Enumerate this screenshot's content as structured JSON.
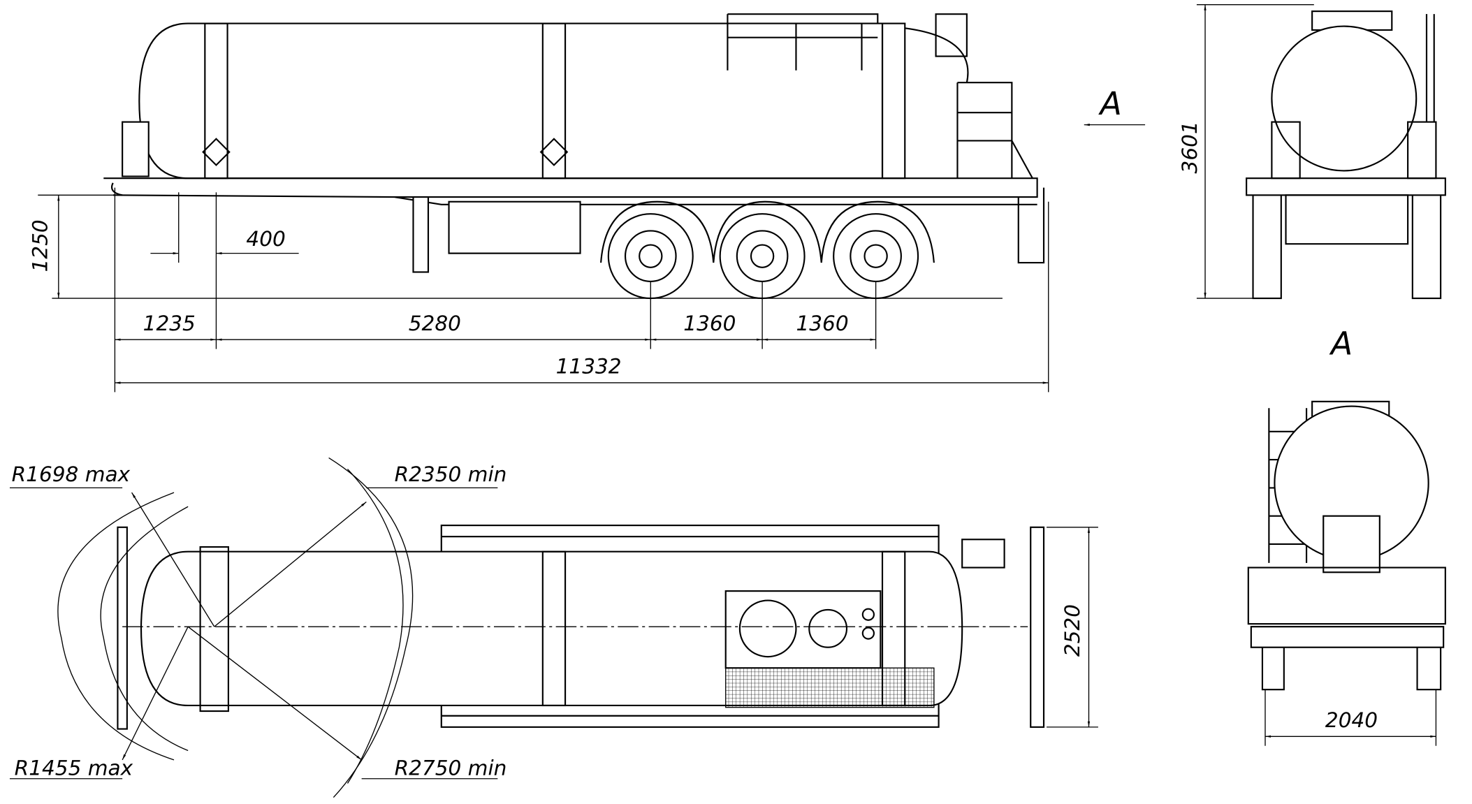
{
  "drawing": {
    "side_view": {
      "dims": {
        "coupling_height": "1250",
        "kingpin_offset": "400",
        "front_overhang": "1235",
        "wheelbase": "5280",
        "axle_spacing_1": "1360",
        "axle_spacing_2": "1360",
        "overall_length": "11332"
      },
      "view_arrow": "A"
    },
    "front_view": {
      "height": "3601"
    },
    "rear_view": {
      "title": "A",
      "width": "2040"
    },
    "plan_view": {
      "radius_1": "R1698 max",
      "radius_2": "R2350 min",
      "radius_3": "R1455 max",
      "radius_4": "R2750 min",
      "width": "2520"
    }
  }
}
